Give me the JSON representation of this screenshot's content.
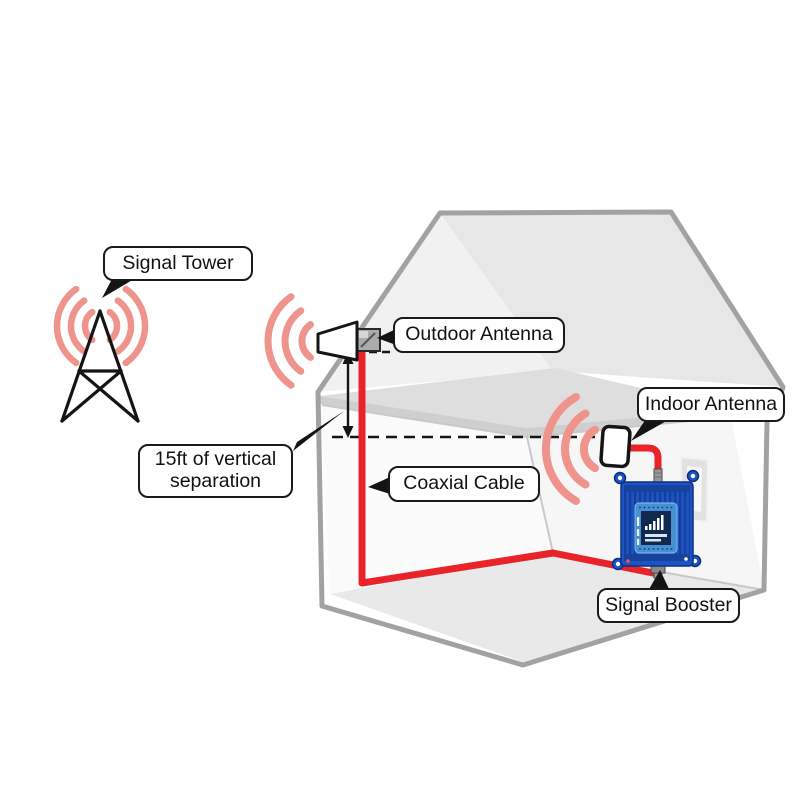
{
  "diagram": {
    "labels": {
      "signal_tower": "Signal Tower",
      "outdoor_antenna": "Outdoor Antenna",
      "indoor_antenna": "Indoor Antenna",
      "separation_line1": "15ft of vertical",
      "separation_line2": "separation",
      "coaxial_cable": "Coaxial Cable",
      "signal_booster": "Signal Booster"
    },
    "colors": {
      "wave": "#ee948c",
      "cable": "#e8242a",
      "booster_body": "#1d54c4",
      "outline": "#a2a2a2"
    },
    "icons": {
      "cell-tower-icon": "triangular lattice tower",
      "radio-waves-icon": "three curved arcs",
      "outdoor-antenna-icon": "directional horn antenna",
      "indoor-antenna-icon": "panel antenna",
      "signal-booster-icon": "finned amplifier box with display",
      "vertical-arrow-icon": "double-headed measurement arrow"
    }
  }
}
